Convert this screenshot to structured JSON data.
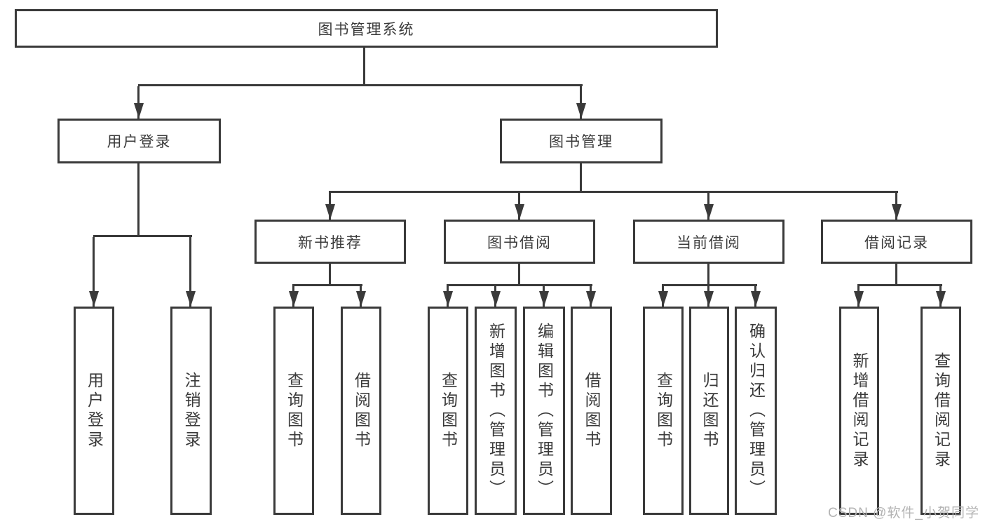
{
  "colors": {
    "line": "#3a3a3a",
    "text": "#3a3a3a",
    "background": "#ffffff",
    "watermark": "#b3b3b3"
  },
  "watermark": {
    "text": "CSDN @软件_小贺同学"
  },
  "tree": {
    "root": {
      "label": "图书管理系统"
    },
    "branches": [
      {
        "label": "用户登录",
        "children": [
          {
            "label": "用户登录"
          },
          {
            "label": "注销登录"
          }
        ]
      },
      {
        "label": "图书管理",
        "sections": [
          {
            "label": "新书推荐",
            "children": [
              {
                "label": "查询图书"
              },
              {
                "label": "借阅图书"
              }
            ]
          },
          {
            "label": "图书借阅",
            "children": [
              {
                "label": "查询图书"
              },
              {
                "label": "新增图书（管理员）"
              },
              {
                "label": "编辑图书（管理员）"
              },
              {
                "label": "借阅图书"
              }
            ]
          },
          {
            "label": "当前借阅",
            "children": [
              {
                "label": "查询图书"
              },
              {
                "label": "归还图书"
              },
              {
                "label": "确认归还（管理员）"
              }
            ]
          },
          {
            "label": "借阅记录",
            "children": [
              {
                "label": "新增借阅记录"
              },
              {
                "label": "查询借阅记录"
              }
            ]
          }
        ]
      }
    ]
  }
}
